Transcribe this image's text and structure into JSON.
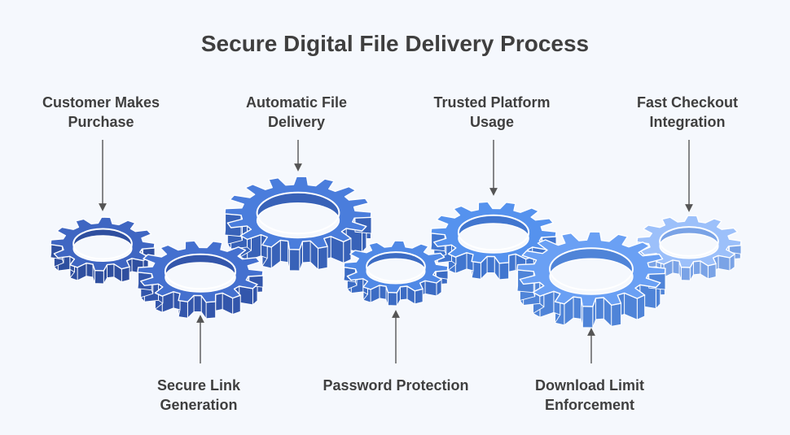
{
  "title": "Secure Digital File Delivery Process",
  "steps": [
    {
      "id": "customer-makes-purchase",
      "lines": [
        "Customer Makes",
        "Purchase"
      ],
      "color": "#3f66c2",
      "dark": "#2f4f9f"
    },
    {
      "id": "secure-link-generation",
      "lines": [
        "Secure Link",
        "Generation"
      ],
      "color": "#4470cf",
      "dark": "#3356ab"
    },
    {
      "id": "automatic-file-delivery",
      "lines": [
        "Automatic File",
        "Delivery"
      ],
      "color": "#4a7ddc",
      "dark": "#3862b8"
    },
    {
      "id": "password-protection",
      "lines": [
        "Password Protection"
      ],
      "color": "#5089e6",
      "dark": "#3c6cc4"
    },
    {
      "id": "trusted-platform-usage",
      "lines": [
        "Trusted Platform",
        "Usage"
      ],
      "color": "#5592ee",
      "dark": "#4176cf"
    },
    {
      "id": "download-limit-enforcement",
      "lines": [
        "Download Limit",
        "Enforcement"
      ],
      "color": "#6aa0f4",
      "dark": "#4f84d8"
    },
    {
      "id": "fast-checkout-integration",
      "lines": [
        "Fast Checkout",
        "Integration"
      ],
      "color": "#9cc0fa",
      "dark": "#7aa3e6"
    }
  ]
}
